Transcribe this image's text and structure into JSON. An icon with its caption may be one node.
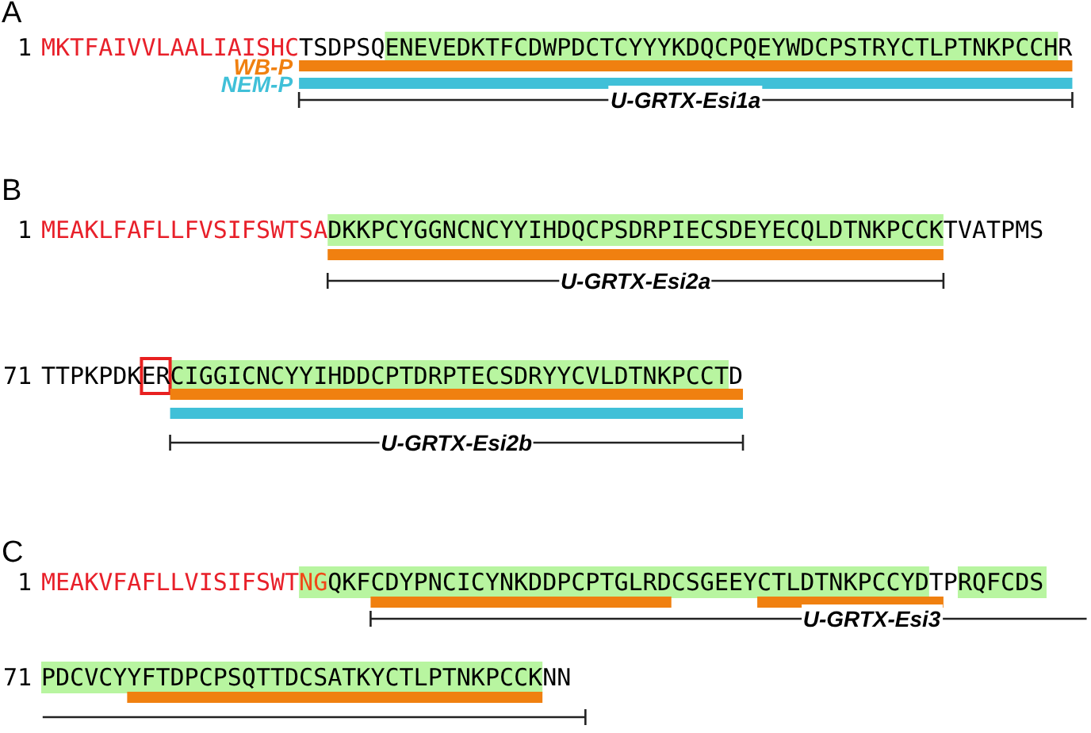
{
  "diagram": {
    "labels": [
      "A",
      "1",
      "MKTFAIVVLAALIAISHC",
      "TSDPSQENEVEDKTFCDWPDCTCYYYKDQCPQEYWDCPSTRYCTLPTNKPCCHR",
      "U-GRTX-Esi1a",
      "B",
      "1",
      "MEAKLFAFLLFVSIFSWTSA",
      "DKKPCYGGNCNCYYIHDQCPSDRPIECSDEYECQLDTNKPCCKTVATPMS",
      "U-GRTX-Esi2a",
      "71",
      "TTPKPDKERCIGGICNCYYIHDDCPTDRPTECSDRYYCVLDTNKPCCTD",
      "U-GRTX-Esi2b",
      "C",
      "1",
      "MEAKVFAFLLVISIFSWT",
      "NG",
      "QKFCDYPNCICYNKDDPCPTGLRDCSGEEYCTLDTNKPCCYDTPRQFCDS",
      "U-GRTX-Esi3",
      "71",
      "PDCVCYYFTDPCPSQTTDCSATKYCTLPTNKPCCKNN"
    ],
    "legend": [
      {
        "text": "WB-P",
        "color": "#f08010"
      },
      {
        "text": "NEM-P",
        "color": "#40c0d8"
      }
    ]
  }
}
